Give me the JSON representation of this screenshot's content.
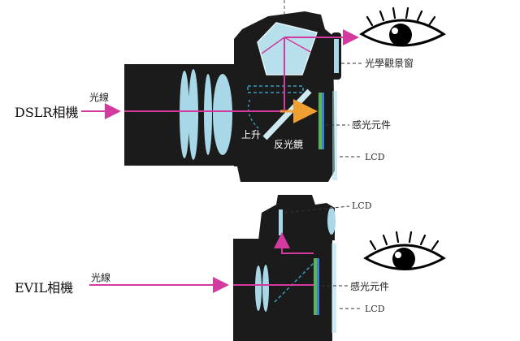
{
  "dslr": {
    "title": "DSLR相機",
    "light_label": "光線",
    "viewfinder_label": "光學觀景窗",
    "sensor_label": "感光元件",
    "lcd_label": "LCD",
    "mirror_label": "反光鏡",
    "raise_label": "上升"
  },
  "evil": {
    "title": "EVIL相機",
    "light_label": "光線",
    "sensor_label": "感光元件",
    "lcd_label": "LCD",
    "top_lcd_label": "LCD"
  },
  "colors": {
    "body": "#1b1b1b",
    "lens": "#a8d8e8",
    "prism": "#b8e0ec",
    "ray": "#d23aa0",
    "raised_ray": "#f0a030",
    "sensor_green": "#5ab55a",
    "sensor_blue": "#3d7fd0"
  }
}
